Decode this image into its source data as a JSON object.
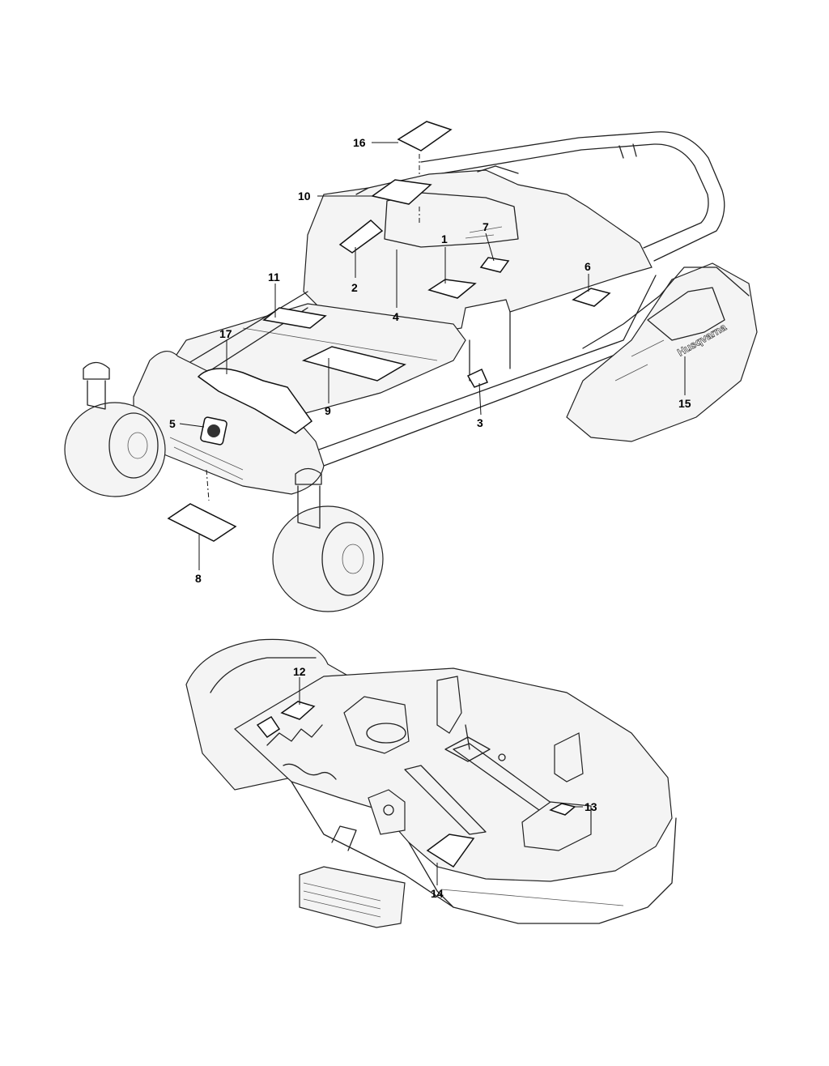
{
  "callouts": {
    "c1": "1",
    "c2": "2",
    "c3": "3",
    "c4": "4",
    "c5": "5",
    "c6": "6",
    "c7": "7",
    "c8": "8",
    "c9": "9",
    "c10": "10",
    "c11": "11",
    "c12": "12",
    "c13": "13",
    "c14": "14",
    "c15": "15",
    "c16": "16",
    "c17": "17"
  },
  "logo_text": "Husqvarna",
  "colors": {
    "line": "#222222",
    "background": "#ffffff"
  }
}
